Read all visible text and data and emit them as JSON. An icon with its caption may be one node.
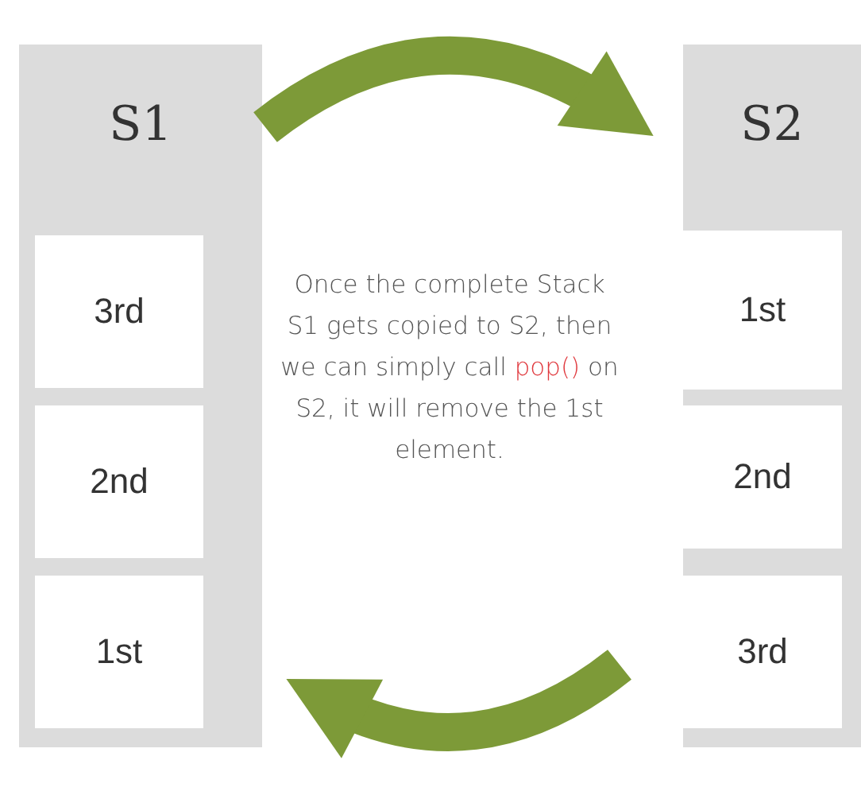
{
  "diagram": {
    "nodes": [
      {
        "text": [
          "S1"
        ]
      },
      {
        "text": [
          "3rd"
        ],
        "in": 0
      },
      {
        "text": [
          "2nd"
        ],
        "in": 0
      },
      {
        "text": [
          "1st"
        ],
        "in": 0
      },
      {
        "text": [
          "S2"
        ]
      },
      {
        "text": [
          "1st"
        ],
        "in": 4
      },
      {
        "text": [
          "2nd"
        ],
        "in": 4
      },
      {
        "text": [
          "3rd"
        ],
        "in": 4
      }
    ],
    "edges": [
      {
        "from": 0,
        "to": 4,
        "arrow": "to"
      },
      {
        "from": 4,
        "to": 0,
        "arrow": "to"
      }
    ],
    "labels": [
      "Once the complete Stack S1 gets copied to S2, then we can simply call",
      "pop()",
      "on S2, it will remove the 1st element."
    ]
  }
}
